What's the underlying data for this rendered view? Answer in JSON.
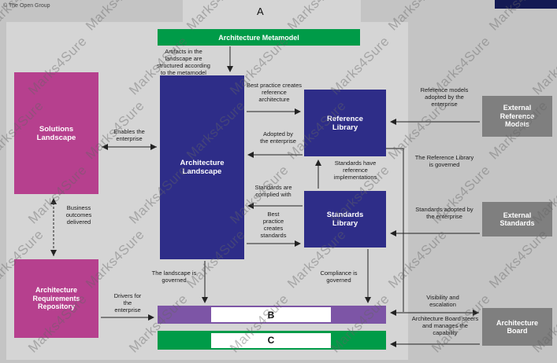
{
  "meta": {
    "copyright": "© The Open Group"
  },
  "placeholders": {
    "a": "A",
    "b": "B",
    "c": "C"
  },
  "watermark": {
    "text": "Marks4Sure"
  },
  "colors": {
    "green": "#009b48",
    "dark_blue": "#2e2d88",
    "magenta": "#b6408e",
    "gray_box": "#7f7f7f",
    "purple_bar": "#7d55a6",
    "panel_gray": "#d5d5d5"
  },
  "boxes": {
    "metamodel": "Architecture Metamodel",
    "landscape": "Architecture Landscape",
    "reference_library": "Reference Library",
    "standards_library": "Standards Library",
    "solutions_landscape": "Solutions Landscape",
    "requirements_repository": "Architecture Requirements Repository",
    "external_reference_models": "External Reference Models",
    "external_standards": "External Standards",
    "architecture_board": "Architecture Board"
  },
  "labels": {
    "artifacts": "Artifacts in the landscape are structured according to the metamodel",
    "best_practice_ref": "Best practice creates reference architecture",
    "adopted": "Adopted by the enterprise",
    "enables": "Enables the enterprise",
    "standards_ref_impl": "Standards have reference implementations",
    "standards_complied": "Standards are complied with",
    "best_practice_std": "Best practice creates standards",
    "business_outcomes": "Business outcomes delivered",
    "landscape_governed": "The landscape is governed",
    "compliance_governed": "Compliance is governed",
    "drivers": "Drivers for the enterprise",
    "ref_models_adopted": "Reference models adopted by the enterprise",
    "ref_library_governed": "The Reference Library is governed",
    "standards_adopted": "Standards adopted by the enterprise",
    "visibility": "Visibility and escalation",
    "board_steers": "Architecture Board steers and manages the capability"
  }
}
